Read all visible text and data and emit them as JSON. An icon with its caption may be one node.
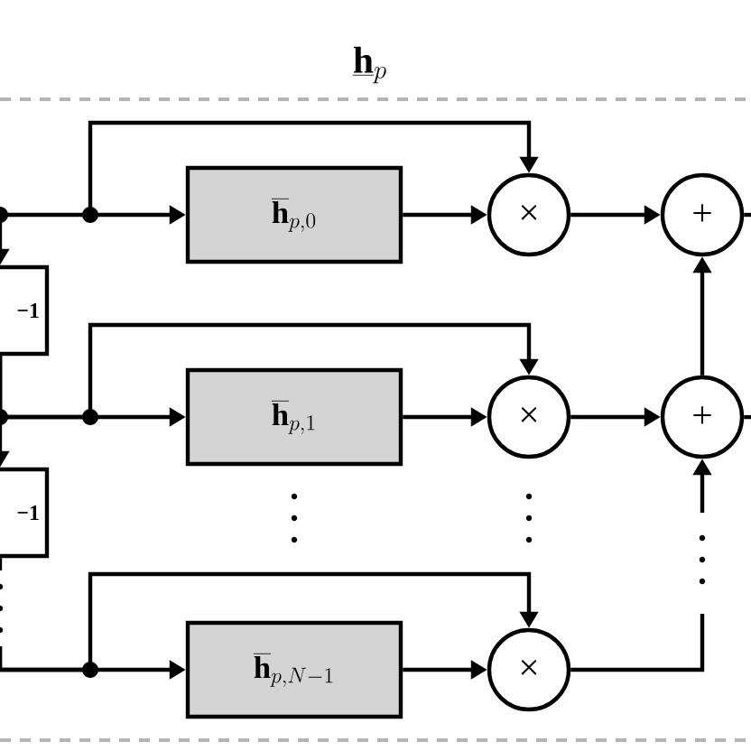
{
  "diagram": {
    "title": "\\underline{\\mathbf{h}}_p",
    "nodes": [
      {
        "text": [
          "\\overline{\\mathbf{h}}_{p,0}"
        ]
      },
      {
        "text": [
          "×"
        ]
      },
      {
        "text": [
          "+"
        ]
      },
      {
        "text": [
          "\\overline{\\mathbf{h}}_{p,1}"
        ]
      },
      {
        "text": [
          "×"
        ]
      },
      {
        "text": [
          "+"
        ]
      },
      {
        "text": [
          "\\overline{\\mathbf{h}}_{p,N-1}"
        ]
      },
      {
        "text": [
          "×"
        ]
      },
      {
        "text": [
          "−1"
        ]
      },
      {
        "text": [
          "−1"
        ]
      }
    ],
    "edges": [
      {
        "from": null,
        "to": 0,
        "arrow": "to"
      },
      {
        "from": null,
        "to": 1,
        "arrow": "to"
      },
      {
        "from": null,
        "to": 8,
        "arrow": "to"
      },
      {
        "from": 0,
        "to": 1,
        "arrow": "to"
      },
      {
        "from": 1,
        "to": 2,
        "arrow": "to"
      },
      {
        "from": 8,
        "to": 3,
        "arrow": "to"
      },
      {
        "from": 8,
        "to": 4,
        "arrow": "to"
      },
      {
        "from": 8,
        "to": 9,
        "arrow": "to"
      },
      {
        "from": 3,
        "to": 4,
        "arrow": "to"
      },
      {
        "from": 4,
        "to": 5,
        "arrow": "to"
      },
      {
        "from": 9,
        "to": null,
        "arrow": "none"
      },
      {
        "from": null,
        "to": 6,
        "arrow": "to"
      },
      {
        "from": null,
        "to": 7,
        "arrow": "to"
      },
      {
        "from": 6,
        "to": 7,
        "arrow": "to"
      },
      {
        "from": 7,
        "to": null,
        "arrow": "none"
      },
      {
        "from": null,
        "to": 5,
        "arrow": "to"
      },
      {
        "from": 5,
        "to": 2,
        "arrow": "to"
      },
      {
        "from": 2,
        "to": null,
        "arrow": "none"
      },
      {
        "from": 5,
        "to": null,
        "arrow": "none"
      }
    ]
  }
}
